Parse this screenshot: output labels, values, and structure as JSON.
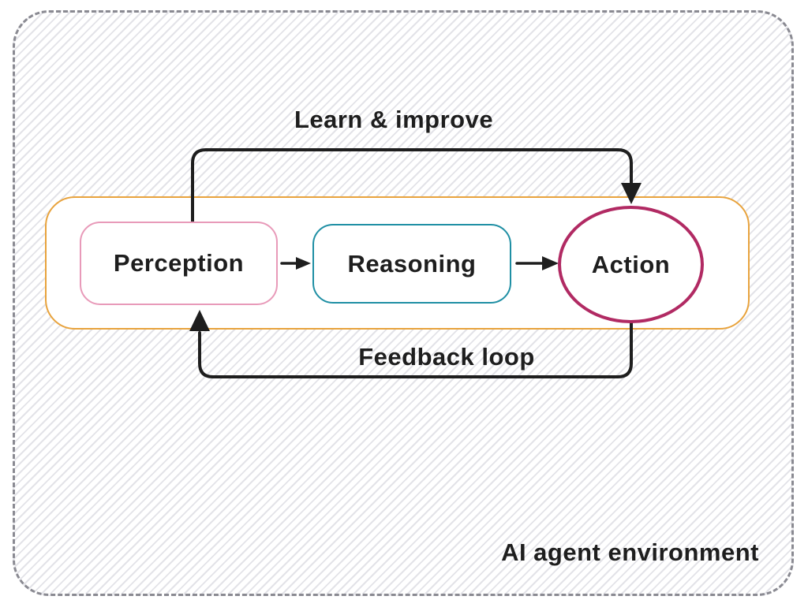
{
  "diagram": {
    "environment_label": "AI agent environment",
    "nodes": [
      {
        "id": "perception",
        "label": "Perception",
        "shape": "rounded-rect",
        "border_color": "#e89ab9"
      },
      {
        "id": "reasoning",
        "label": "Reasoning",
        "shape": "rounded-rect",
        "border_color": "#1f8fa4"
      },
      {
        "id": "action",
        "label": "Action",
        "shape": "ellipse",
        "border_color": "#b12a63"
      }
    ],
    "edges": [
      {
        "from": "perception",
        "to": "reasoning",
        "label": "",
        "route": "straight"
      },
      {
        "from": "reasoning",
        "to": "action",
        "label": "",
        "route": "straight"
      },
      {
        "from": "perception",
        "to": "action",
        "label": "Learn & improve",
        "route": "over-the-top"
      },
      {
        "from": "action",
        "to": "perception",
        "label": "Feedback loop",
        "route": "under-the-bottom"
      }
    ]
  },
  "colors": {
    "ink": "#1e1e1e",
    "container-border": "#e8a33d",
    "perception-border": "#e89ab9",
    "reasoning-border": "#1f8fa4",
    "action-border": "#b12a63",
    "boundary-dash": "#8a8a92",
    "hatch-line": "#e3e3e8",
    "surface": "#ffffff"
  }
}
